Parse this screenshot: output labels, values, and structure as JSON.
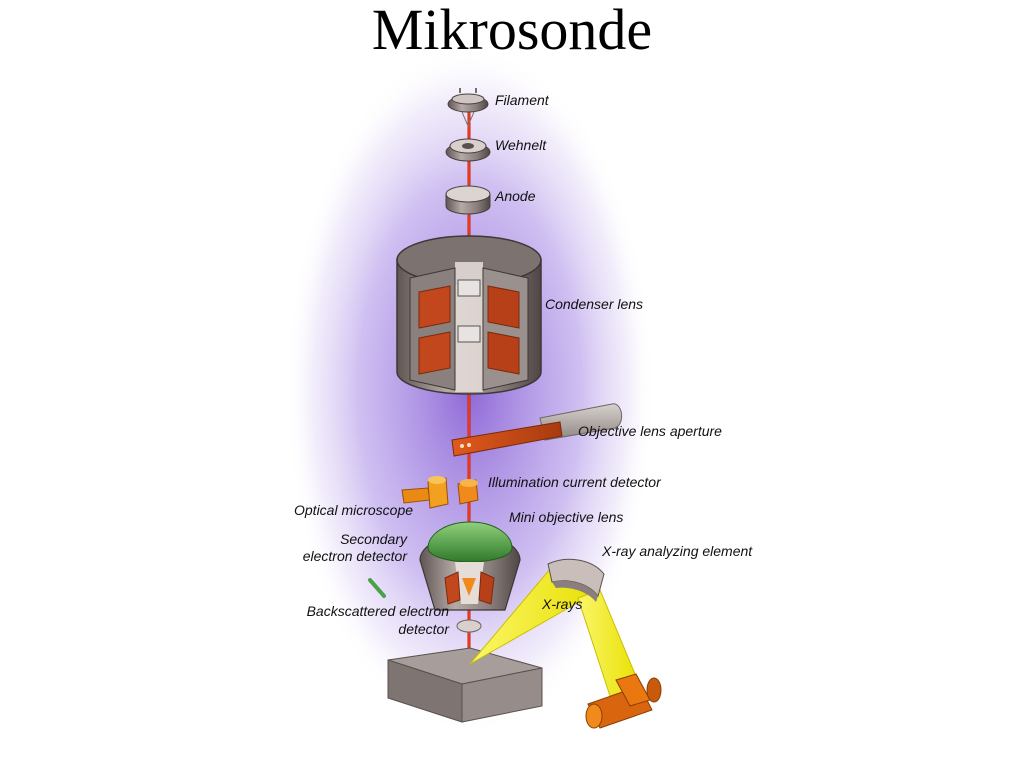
{
  "slide": {
    "title": "Mikrosonde"
  },
  "labels": {
    "filament": "Filament",
    "wehnelt": "Wehnelt",
    "anode": "Anode",
    "condenser_lens": "Condenser lens",
    "objective_lens_aperture": "Objective lens aperture",
    "illumination_current_detector": "Illumination current detector",
    "optical_microscope": "Optical microscope",
    "mini_objective_lens": "Mini objective lens",
    "secondary_electron_detector_line1": "Secondary",
    "secondary_electron_detector_line2": "electron detector",
    "xray_analyzing_element": "X-ray analyzing element",
    "backscattered_line1": "Backscattered electron",
    "backscattered_line2": "detector",
    "xrays": "X-rays"
  },
  "colors": {
    "glow": "#8b5fd6",
    "metal": "#9a8f8c",
    "metal_dark": "#6f6562",
    "coil": "#c2471c",
    "beam": "#d11a0a",
    "green_lens": "#4a9a3e",
    "xray_yellow": "#f4ef1a",
    "orange_part": "#e07b12",
    "specimen": "#8e8585"
  }
}
